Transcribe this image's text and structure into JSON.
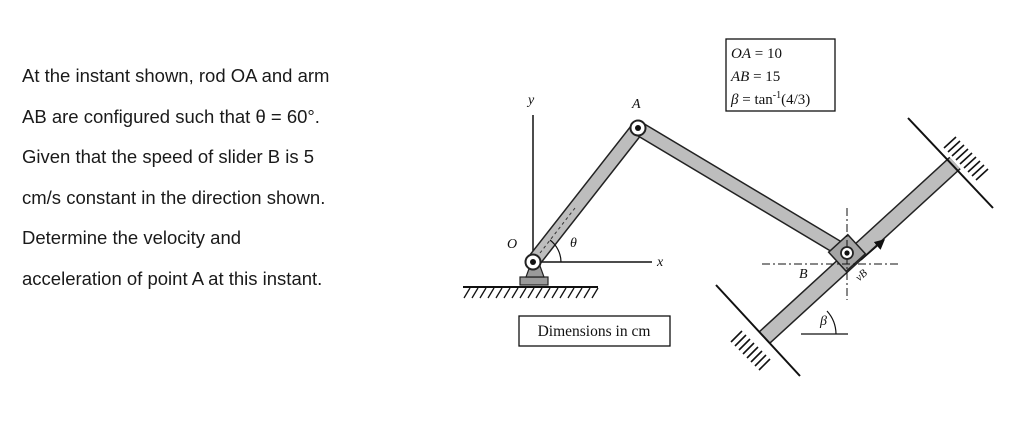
{
  "problem": {
    "lines": [
      "At the instant shown, rod OA and arm",
      "AB are configured such that θ = 60°.",
      "Given that the speed of slider B is 5",
      "cm/s constant in the direction shown.",
      "Determine the velocity and",
      "acceleration of point A at this instant."
    ]
  },
  "diagram": {
    "labels": {
      "y": "y",
      "x": "x",
      "O": "O",
      "A": "A",
      "B": "B",
      "theta": "θ",
      "beta": "β",
      "vB": "vB"
    },
    "given_box": {
      "line1_var": "OA",
      "line1_val": " = 10",
      "line2_var": "AB",
      "line2_val": " = 15",
      "line3_var": "β",
      "line3_val": " = tan",
      "line3_sup": "-1",
      "line3_rest": "(4/3)"
    },
    "dimensions_note": "Dimensions in cm"
  }
}
